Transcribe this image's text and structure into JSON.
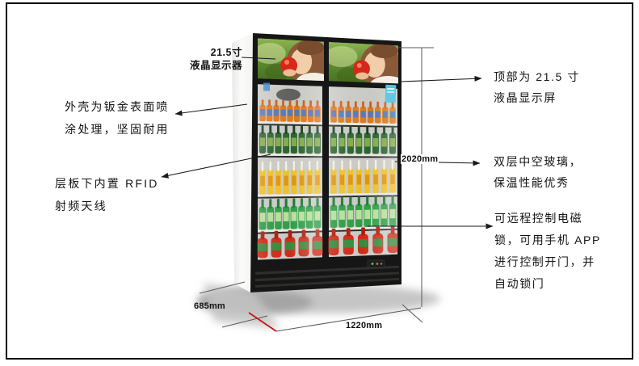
{
  "figure": {
    "background": "#ffffff",
    "border_color": "#000000"
  },
  "annotations": {
    "lcd_small": {
      "lines": [
        "21.5寸",
        "液晶显示器"
      ]
    },
    "shell": {
      "lines": [
        "外壳为钣金表面喷",
        "涂处理，坚固耐用"
      ]
    },
    "rfid": {
      "lines": [
        "层板下内置 RFID",
        "射频天线"
      ]
    },
    "top_lcd": {
      "lines": [
        "顶部为 21.5 寸",
        "液晶显示屏"
      ]
    },
    "glass": {
      "lines": [
        "双层中空玻璃，",
        "保温性能优秀"
      ]
    },
    "lock": {
      "lines": [
        "可远程控制电磁",
        "锁，可用手机 APP",
        "进行控制开门，并",
        "自动锁门"
      ]
    }
  },
  "dimensions": {
    "height": "2020mm",
    "depth": "685mm",
    "width": "1220mm"
  },
  "fridge": {
    "description": "double glass-door beverage display cooler with top LCD advertising screens",
    "screen_content": "woman holding red apple",
    "shelves": [
      {
        "product": "orange soda bottles",
        "body_color": "#e07818",
        "cap_color": "#c85f10",
        "accent_color": "#4a78c8"
      },
      {
        "product": "green beer bottles",
        "body_color": "#2a6430",
        "cap_color": "#183f20",
        "accent_color": "#87b04a"
      },
      {
        "product": "yellow juice bottles",
        "body_color": "#edc127",
        "cap_color": "#f3eede",
        "accent_color": "#e0910f"
      },
      {
        "product": "green soda bottles",
        "body_color": "#2f9e46",
        "cap_color": "#1f7a33",
        "accent_color": "#bfe3a0"
      },
      {
        "product": "red juice bottles",
        "body_color": "#ce2c18",
        "cap_color": "#b01d0e",
        "accent_color": "#2f8f3f"
      }
    ],
    "colors": {
      "cabinet_side": "#f2f2f0",
      "frame": "#161616",
      "interior_back": "#c9c9c5",
      "base": "#101010",
      "screen_green": "#5d8a30",
      "apple_red": "#d62818",
      "sticker_blue": "#58c8e8",
      "dimension_red": "#cc1111"
    }
  }
}
